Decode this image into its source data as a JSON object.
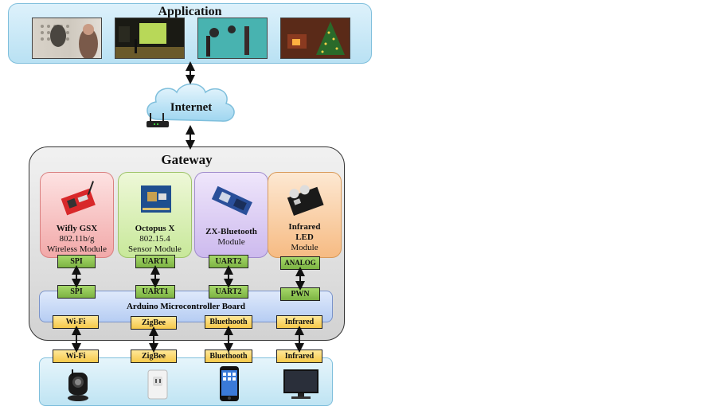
{
  "application": {
    "title": "Application"
  },
  "internet": {
    "label": "Internet"
  },
  "gateway": {
    "title": "Gateway"
  },
  "modules": [
    {
      "name": "Wifly GSX",
      "line2": "802.11b/g",
      "line3": "Wireless Module",
      "top_port": "SPI",
      "bottom_port": "SPI",
      "color": "#f4b3b3"
    },
    {
      "name": "Octopus X",
      "line2": "802.15.4",
      "line3": "Sensor Module",
      "top_port": "UART1",
      "bottom_port": "UART1",
      "color": "#d9efb0"
    },
    {
      "name": "ZX-Bluetooth",
      "line2": "Module",
      "line3": "",
      "top_port": "UART2",
      "bottom_port": "UART2",
      "color": "#d9c9f2"
    },
    {
      "name": "Infrared",
      "line2": "LED",
      "line3": "Module",
      "top_port": "ANALOG",
      "bottom_port": "PWN",
      "color": "#f9cfa3"
    }
  ],
  "board": {
    "label": "Arduino Microcontroller Board"
  },
  "interfaces": [
    "Wi-Fi",
    "ZigBee",
    "Bluethooth",
    "Infrared"
  ],
  "devices": [
    "ip-camera-icon",
    "smart-plug-icon",
    "smartphone-icon",
    "television-icon"
  ]
}
